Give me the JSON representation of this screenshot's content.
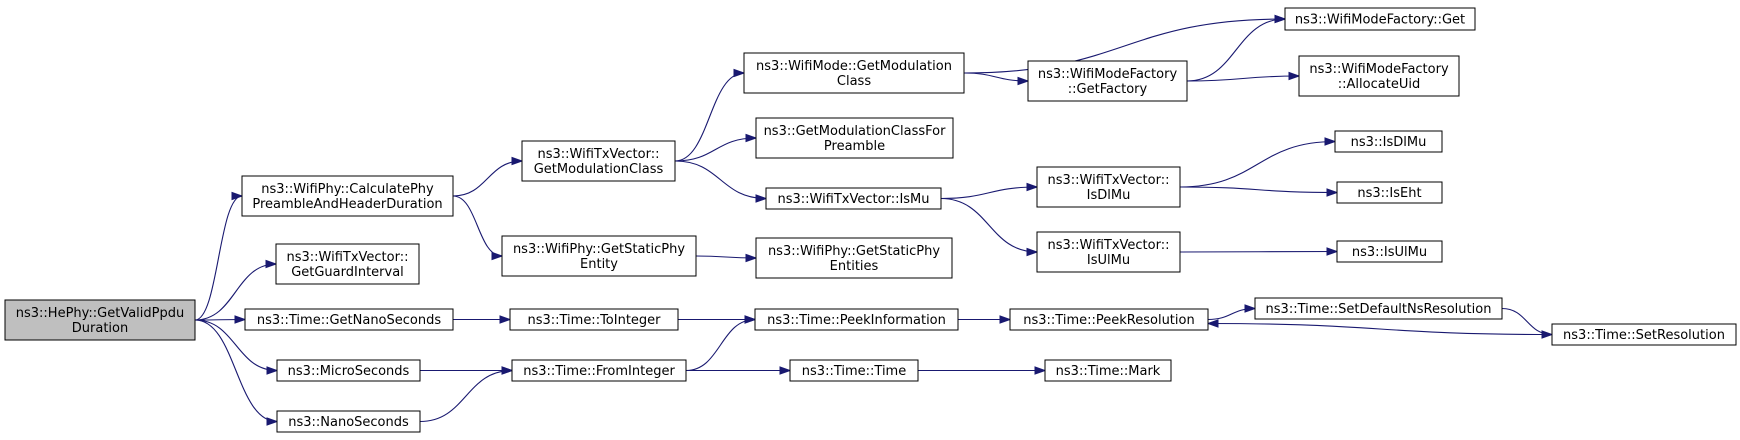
{
  "colors": {
    "edge": "#191970",
    "root_fill": "#bfbfbf",
    "node_fill": "#ffffff",
    "node_stroke": "#000000"
  },
  "nodes": [
    {
      "id": "getvalidppdu",
      "lines": [
        "ns3::HePhy::GetValidPpdu",
        "Duration"
      ],
      "root": true
    },
    {
      "id": "calcphy",
      "lines": [
        "ns3::WifiPhy::CalculatePhy",
        "PreambleAndHeaderDuration"
      ]
    },
    {
      "id": "guardint",
      "lines": [
        "ns3::WifiTxVector::",
        "GetGuardInterval"
      ]
    },
    {
      "id": "getnano",
      "lines": [
        "ns3::Time::GetNanoSeconds"
      ]
    },
    {
      "id": "micro",
      "lines": [
        "ns3::MicroSeconds"
      ]
    },
    {
      "id": "nano",
      "lines": [
        "ns3::NanoSeconds"
      ]
    },
    {
      "id": "txgetmod",
      "lines": [
        "ns3::WifiTxVector::",
        "GetModulationClass"
      ]
    },
    {
      "id": "staticphy",
      "lines": [
        "ns3::WifiPhy::GetStaticPhy",
        "Entity"
      ]
    },
    {
      "id": "tointeger",
      "lines": [
        "ns3::Time::ToInteger"
      ]
    },
    {
      "id": "frominteger",
      "lines": [
        "ns3::Time::FromInteger"
      ]
    },
    {
      "id": "modegetmod",
      "lines": [
        "ns3::WifiMode::GetModulation",
        "Class"
      ]
    },
    {
      "id": "getmodpre",
      "lines": [
        "ns3::GetModulationClassFor",
        "Preamble"
      ]
    },
    {
      "id": "ismu",
      "lines": [
        "ns3::WifiTxVector::IsMu"
      ]
    },
    {
      "id": "staticphyent",
      "lines": [
        "ns3::WifiPhy::GetStaticPhy",
        "Entities"
      ]
    },
    {
      "id": "peekinfo",
      "lines": [
        "ns3::Time::PeekInformation"
      ]
    },
    {
      "id": "timetime",
      "lines": [
        "ns3::Time::Time"
      ]
    },
    {
      "id": "getfactory",
      "lines": [
        "ns3::WifiModeFactory",
        "::GetFactory"
      ]
    },
    {
      "id": "isdlmu",
      "lines": [
        "ns3::WifiTxVector::",
        "IsDlMu"
      ]
    },
    {
      "id": "isulmu",
      "lines": [
        "ns3::WifiTxVector::",
        "IsUlMu"
      ]
    },
    {
      "id": "peekres",
      "lines": [
        "ns3::Time::PeekResolution"
      ]
    },
    {
      "id": "mark",
      "lines": [
        "ns3::Time::Mark"
      ]
    },
    {
      "id": "factoryget",
      "lines": [
        "ns3::WifiModeFactory::Get"
      ]
    },
    {
      "id": "allocuid",
      "lines": [
        "ns3::WifiModeFactory",
        "::AllocateUid"
      ]
    },
    {
      "id": "nsisdlmu",
      "lines": [
        "ns3::IsDlMu"
      ]
    },
    {
      "id": "nsiseht",
      "lines": [
        "ns3::IsEht"
      ]
    },
    {
      "id": "nsisulmu",
      "lines": [
        "ns3::IsUlMu"
      ]
    },
    {
      "id": "setdefault",
      "lines": [
        "ns3::Time::SetDefaultNsResolution"
      ]
    },
    {
      "id": "setres",
      "lines": [
        "ns3::Time::SetResolution"
      ]
    }
  ],
  "edges": [
    [
      "getvalidppdu",
      "calcphy"
    ],
    [
      "getvalidppdu",
      "guardint"
    ],
    [
      "getvalidppdu",
      "getnano"
    ],
    [
      "getvalidppdu",
      "micro"
    ],
    [
      "getvalidppdu",
      "nano"
    ],
    [
      "calcphy",
      "txgetmod"
    ],
    [
      "calcphy",
      "staticphy"
    ],
    [
      "txgetmod",
      "modegetmod"
    ],
    [
      "txgetmod",
      "getmodpre"
    ],
    [
      "txgetmod",
      "ismu"
    ],
    [
      "modegetmod",
      "factoryget"
    ],
    [
      "modegetmod",
      "getfactory"
    ],
    [
      "getfactory",
      "factoryget"
    ],
    [
      "getfactory",
      "allocuid"
    ],
    [
      "ismu",
      "isdlmu"
    ],
    [
      "ismu",
      "isulmu"
    ],
    [
      "isdlmu",
      "nsisdlmu"
    ],
    [
      "isdlmu",
      "nsiseht"
    ],
    [
      "isulmu",
      "nsisulmu"
    ],
    [
      "staticphy",
      "staticphyent"
    ],
    [
      "getnano",
      "tointeger"
    ],
    [
      "tointeger",
      "peekinfo"
    ],
    [
      "micro",
      "frominteger"
    ],
    [
      "nano",
      "frominteger"
    ],
    [
      "frominteger",
      "peekinfo"
    ],
    [
      "frominteger",
      "timetime"
    ],
    [
      "timetime",
      "mark"
    ],
    [
      "peekinfo",
      "peekres"
    ],
    [
      "peekres",
      "setdefault"
    ],
    [
      "setdefault",
      "setres"
    ],
    [
      "setres",
      "peekres"
    ]
  ]
}
